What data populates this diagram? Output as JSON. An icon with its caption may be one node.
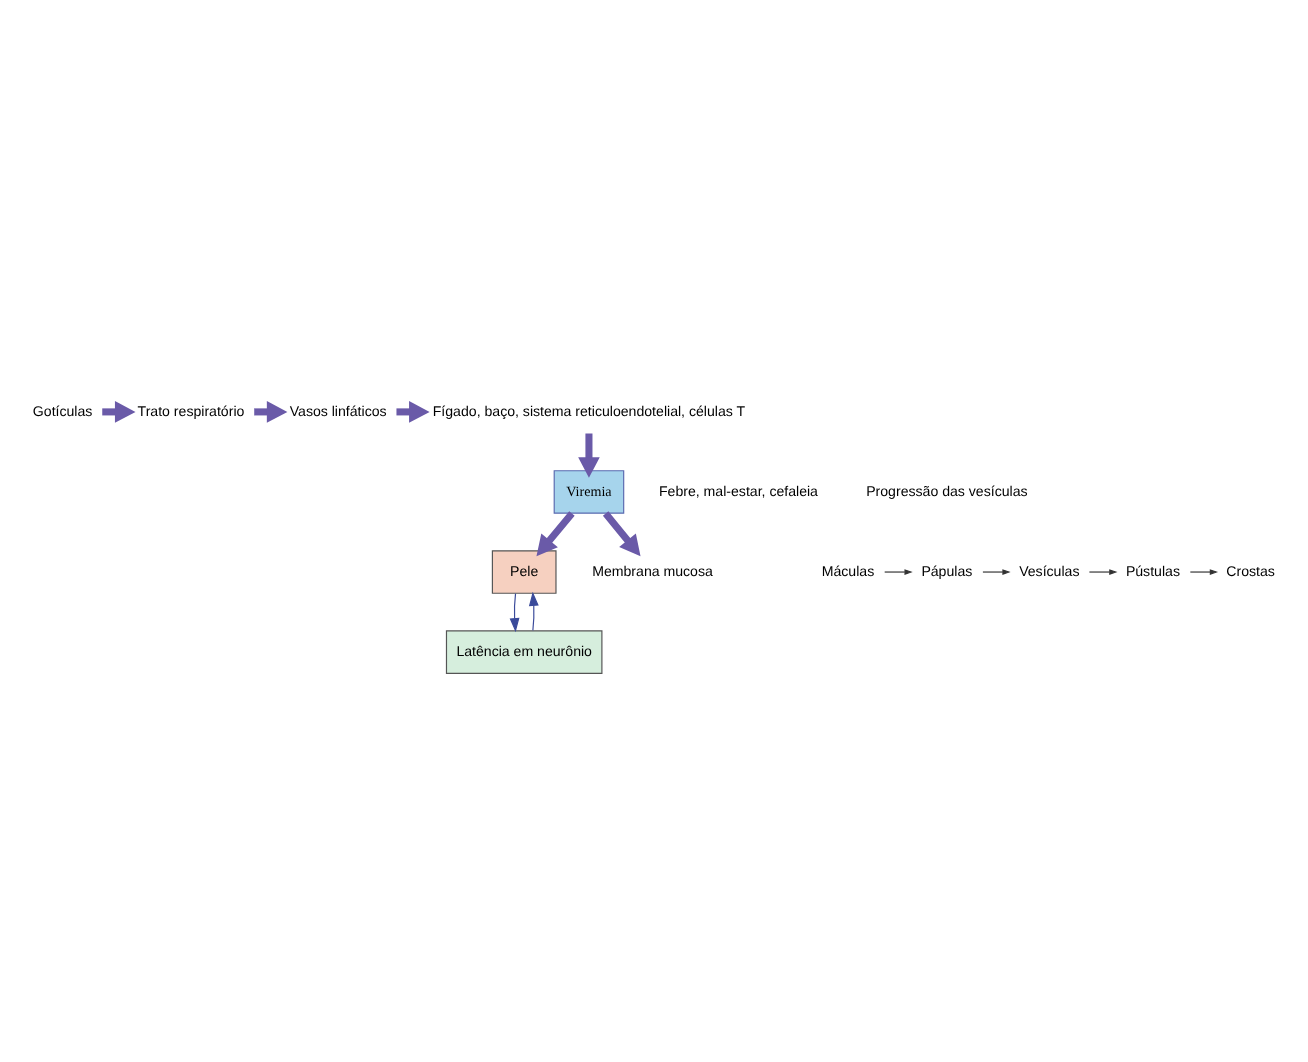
{
  "diagram": {
    "nodes": [
      {
        "text": [
          "Gotículas"
        ]
      },
      {
        "text": [
          "Trato respiratório"
        ]
      },
      {
        "text": [
          "Vasos linfáticos"
        ]
      },
      {
        "text": [
          "Fígado, baço, sistema reticuloendotelial, células T"
        ]
      },
      {
        "text": [
          "Viremia"
        ],
        "beside": [
          "Febre, mal-estar, cefaleia"
        ]
      },
      {
        "text": [
          "Pele"
        ]
      },
      {
        "text": [
          "Membrana mucosa"
        ]
      },
      {
        "text": [
          "Latência em neurônio"
        ]
      },
      {
        "text": [
          "Máculas"
        ]
      },
      {
        "text": [
          "Pápulas"
        ]
      },
      {
        "text": [
          "Vesículas"
        ]
      },
      {
        "text": [
          "Pústulas"
        ]
      },
      {
        "text": [
          "Crostas"
        ]
      }
    ],
    "edges": [
      {
        "from": 0,
        "to": 1,
        "arrow": "to",
        "style": "thick"
      },
      {
        "from": 1,
        "to": 2,
        "arrow": "to",
        "style": "thick"
      },
      {
        "from": 2,
        "to": 3,
        "arrow": "to",
        "style": "thick"
      },
      {
        "from": 3,
        "to": 4,
        "arrow": "to",
        "style": "thick"
      },
      {
        "from": 4,
        "to": 5,
        "arrow": "to",
        "style": "thick"
      },
      {
        "from": 4,
        "to": 6,
        "arrow": "to",
        "style": "thick"
      },
      {
        "from": 5,
        "to": 7,
        "arrow": "to",
        "color": "#3a4a9a"
      },
      {
        "from": 7,
        "to": 5,
        "arrow": "to",
        "color": "#3a4a9a"
      },
      {
        "from": 8,
        "to": 9,
        "arrow": "to",
        "color": "#333333"
      },
      {
        "from": 9,
        "to": 10,
        "arrow": "to",
        "color": "#333333"
      },
      {
        "from": 10,
        "to": 11,
        "arrow": "to",
        "color": "#333333"
      },
      {
        "from": 11,
        "to": 12,
        "arrow": "to",
        "color": "#333333"
      }
    ],
    "labels": [
      "Progressão das vesículas"
    ]
  }
}
